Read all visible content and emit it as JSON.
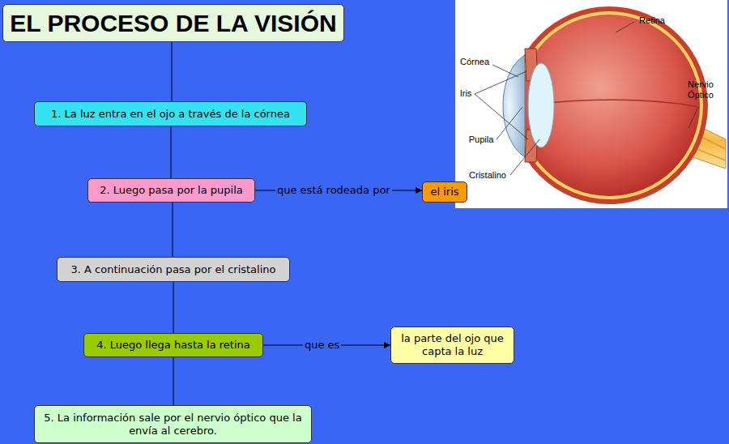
{
  "diagram": {
    "nodes": [
      {
        "text": [
          "EL PROCESO DE LA VISIÓN"
        ]
      },
      {
        "text": [
          "1. La luz entra en el ojo a través de la córnea"
        ]
      },
      {
        "text": [
          "2. Luego pasa por la pupila"
        ]
      },
      {
        "text": [
          "el iris"
        ]
      },
      {
        "text": [
          "3. A continuación pasa por el cristalino"
        ]
      },
      {
        "text": [
          "4. Luego llega hasta la retina"
        ]
      },
      {
        "text": [
          "la parte del ojo que capta la luz"
        ]
      },
      {
        "text": [
          "5. La información sale por el nervio óptico que la envía al cerebro."
        ]
      }
    ],
    "edges": [
      {
        "from": 0,
        "to": 1,
        "arrow": "none"
      },
      {
        "from": 1,
        "to": 2,
        "arrow": "none"
      },
      {
        "from": 2,
        "to": 3,
        "label": "que está rodeada por",
        "arrow": "to"
      },
      {
        "from": 2,
        "to": 4,
        "arrow": "none"
      },
      {
        "from": 4,
        "to": 5,
        "arrow": "none"
      },
      {
        "from": 5,
        "to": 6,
        "label": "que es",
        "arrow": "to"
      },
      {
        "from": 5,
        "to": 7,
        "arrow": "none"
      }
    ],
    "labels": [
      "Retina",
      "Córnea",
      "Iris",
      "Pupila",
      "Cristalino",
      "Nervio Óptico"
    ]
  }
}
